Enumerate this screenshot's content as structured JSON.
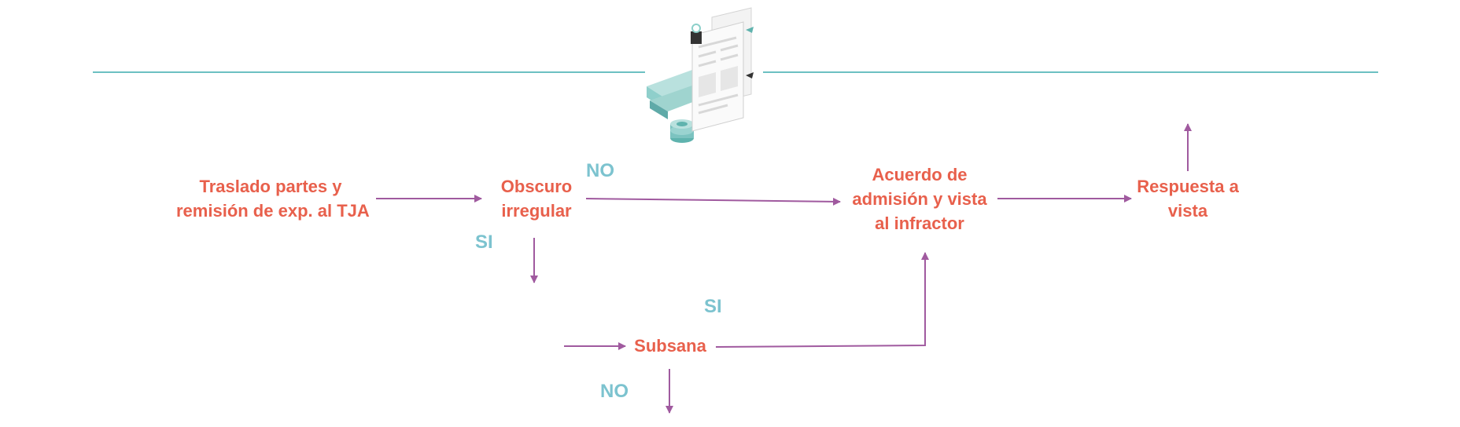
{
  "nodes": {
    "traslado": [
      "Traslado partes y",
      "remisión de exp. al TJA"
    ],
    "obscuro": [
      "Obscuro",
      "irregular"
    ],
    "acuerdo": [
      "Acuerdo de",
      "admisión y vista",
      "al infractor"
    ],
    "respuesta": [
      "Respuesta a",
      "vista"
    ],
    "subsana": [
      "Subsana"
    ]
  },
  "labels": {
    "no_top": "NO",
    "si_left": "SI",
    "si_mid": "SI",
    "no_bottom": "NO"
  },
  "colors": {
    "node_text": "#e8604c",
    "branch_label": "#7cc3cf",
    "arrow": "#a05a9f",
    "rule_line": "#6cc0c2",
    "illustration": "documents-and-coins"
  }
}
